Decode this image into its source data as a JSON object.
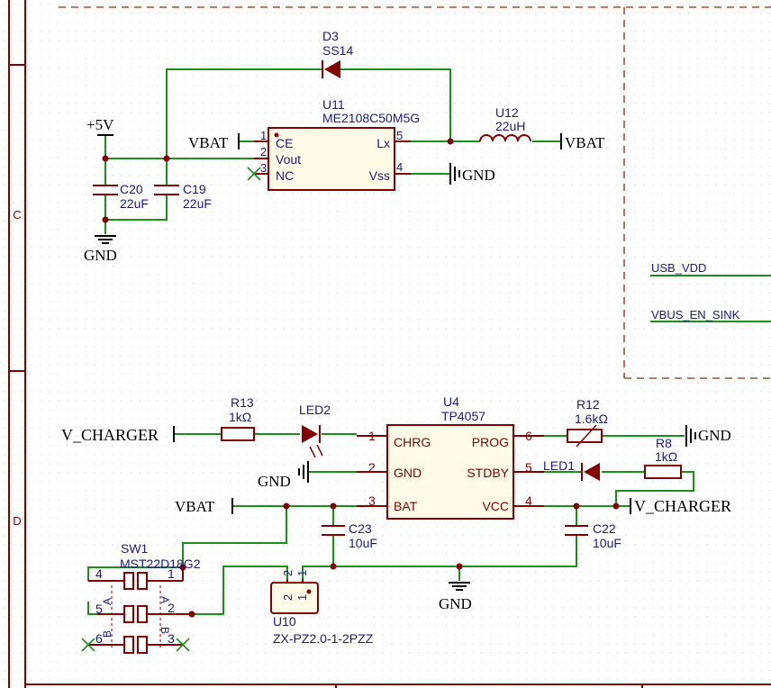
{
  "frame": {
    "row_c": "C",
    "row_d": "D"
  },
  "power": {
    "p5v": "+5V",
    "vbat_in": "VBAT",
    "vbat_out": "VBAT",
    "vbat_bus": "VBAT",
    "gnd_main": "GND",
    "gnd_boost": "GND",
    "gnd_led": "GND",
    "gnd_prog": "GND",
    "gnd_bottom": "GND",
    "vch_left": "V_CHARGER",
    "vch_right": "V_CHARGER"
  },
  "boost": {
    "d3_ref": "D3",
    "d3_val": "SS14",
    "u11_ref": "U11",
    "u11_val": "ME2108C50M5G",
    "pins": {
      "p1": "1",
      "p2": "2",
      "p3": "3",
      "p4": "4",
      "p5": "5"
    },
    "pin_names": {
      "ce": "CE",
      "vout": "Vout",
      "nc": "NC",
      "lx": "Lx",
      "vss": "Vss"
    },
    "u12_ref": "U12",
    "u12_val": "22uH",
    "c20_ref": "C20",
    "c20_val": "22uF",
    "c19_ref": "C19",
    "c19_val": "22uF"
  },
  "labels": {
    "usb_vdd": "USB_VDD",
    "vbus_en": "VBUS_EN_SINK"
  },
  "charger": {
    "r13_ref": "R13",
    "r13_val": "1kΩ",
    "led2_ref": "LED2",
    "u4_ref": "U4",
    "u4_val": "TP4057",
    "pins": {
      "p1": "1",
      "p2": "2",
      "p3": "3",
      "p4": "4",
      "p5": "5",
      "p6": "6"
    },
    "pin_names": {
      "chrg": "CHRG",
      "gnd": "GND",
      "bat": "BAT",
      "prog": "PROG",
      "stdby": "STDBY",
      "vcc": "VCC"
    },
    "r12_ref": "R12",
    "r12_val": "1.6kΩ",
    "r8_ref": "R8",
    "r8_val": "1kΩ",
    "led1_ref": "LED1",
    "c23_ref": "C23",
    "c23_val": "10uF",
    "c22_ref": "C22",
    "c22_val": "10uF"
  },
  "switch": {
    "ref": "SW1",
    "val": "MST22D18G2",
    "pins": {
      "p1": "1",
      "p2": "2",
      "p3": "3",
      "p4": "4",
      "p5": "5",
      "p6": "6"
    },
    "side_a_left": "A",
    "side_b_left": "B",
    "side_a_right": "A",
    "side_b_right": "B"
  },
  "connector": {
    "ref": "U10",
    "val": "ZX-PZ2.0-1-2PZZ",
    "p1": "1",
    "p2": "2"
  }
}
